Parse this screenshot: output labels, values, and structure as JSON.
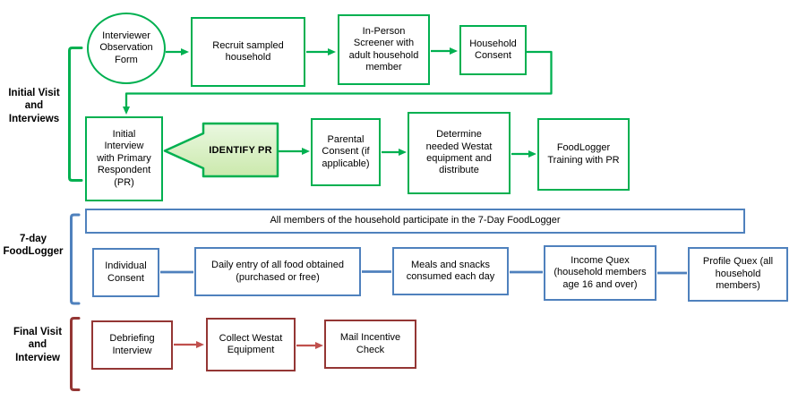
{
  "colors": {
    "green": "#00B050",
    "blue": "#4F81BD",
    "dark_red": "#943634",
    "red_arrow": "#C0504D",
    "identify_fill_top": "#EAF8E1",
    "identify_fill_bottom": "#CBE9AC",
    "text": "#000000",
    "background": "#FFFFFF"
  },
  "sections": {
    "initial_visit": {
      "label": "Initial Visit\nand\nInterviews"
    },
    "foodlogger": {
      "label": "7-day\nFoodLogger"
    },
    "final_visit": {
      "label": "Final Visit\nand\nInterview"
    }
  },
  "nodes": {
    "interviewer_observation_form": {
      "label": "Interviewer\nObservation\nForm",
      "shape": "ellipse"
    },
    "recruit_sampled_household": {
      "label": "Recruit sampled\nhousehold"
    },
    "in_person_screener": {
      "label": "In-Person\nScreener with\nadult household\nmember"
    },
    "household_consent": {
      "label": "Household\nConsent"
    },
    "initial_interview_pr": {
      "label": "Initial\nInterview\nwith Primary\nRespondent\n(PR)"
    },
    "identify_pr": {
      "label": "IDENTIFY PR",
      "shape": "left-block-arrow"
    },
    "parental_consent": {
      "label": "Parental\nConsent (if\napplicable)"
    },
    "determine_equipment": {
      "label": "Determine\nneeded Westat\nequipment and\ndistribute"
    },
    "foodlogger_training": {
      "label": "FoodLogger\nTraining with PR"
    },
    "all_members_banner": {
      "label": "All members of the household participate in the 7-Day FoodLogger"
    },
    "individual_consent": {
      "label": "Individual\nConsent"
    },
    "daily_entry": {
      "label": "Daily entry of all food obtained\n(purchased or free)"
    },
    "meals_snacks": {
      "label": "Meals and snacks\nconsumed each day"
    },
    "income_quex": {
      "label": "Income Quex\n(household members\nage 16 and over)"
    },
    "profile_quex": {
      "label": "Profile Quex (all\nhousehold\nmembers)"
    },
    "debriefing_interview": {
      "label": "Debriefing\nInterview"
    },
    "collect_westat_equipment": {
      "label": "Collect Westat\nEquipment"
    },
    "mail_incentive_check": {
      "label": "Mail Incentive\nCheck"
    }
  }
}
